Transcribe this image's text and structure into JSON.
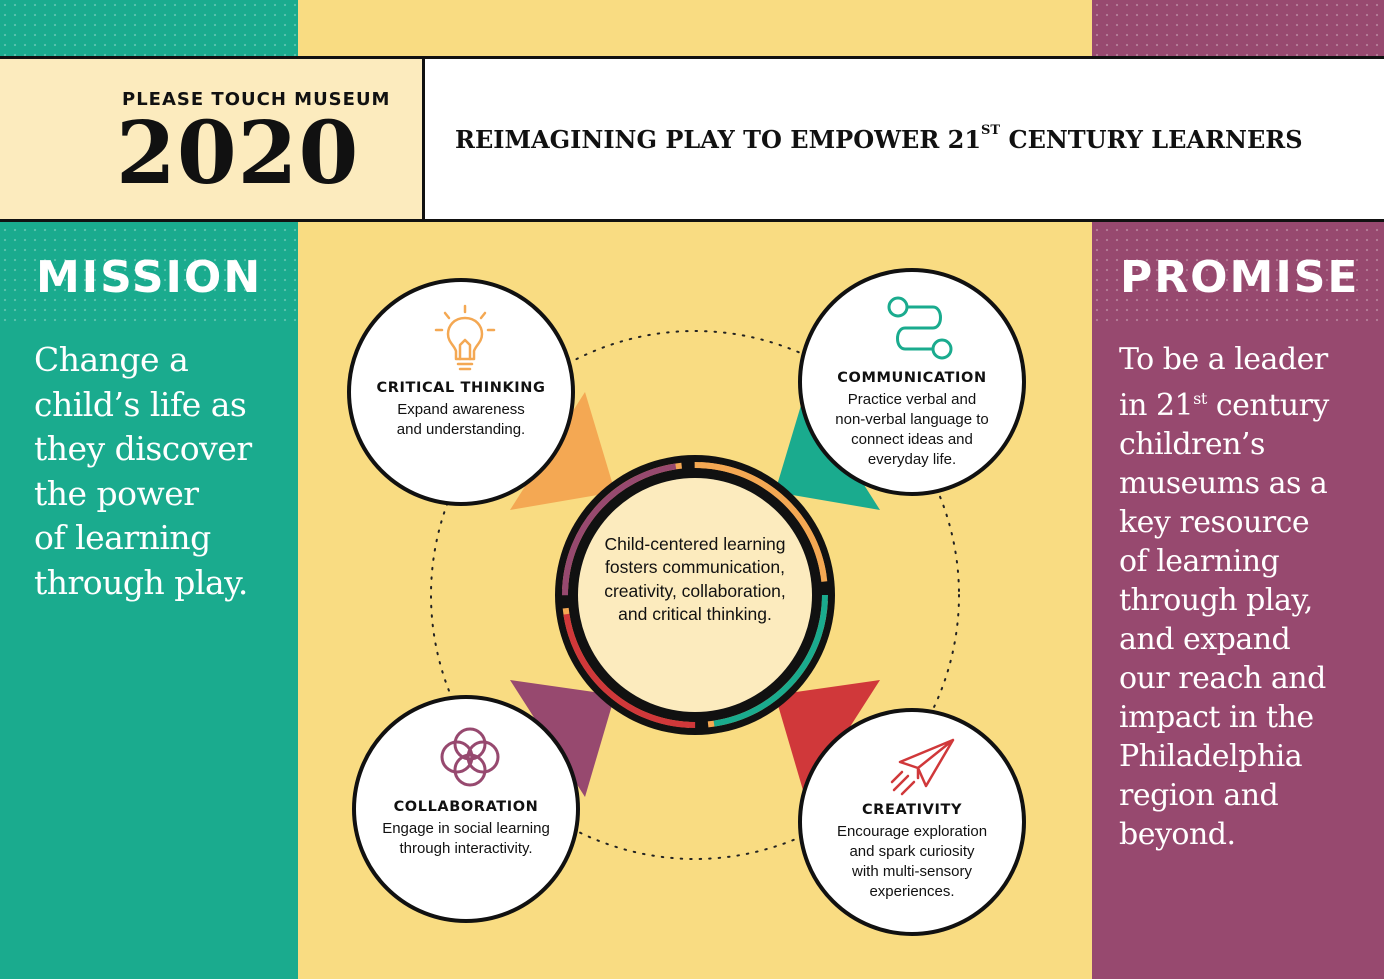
{
  "header": {
    "museum_name": "PLEASE TOUCH MUSEUM",
    "year": "2020",
    "tagline_pre": "REIMAGINING PLAY TO EMPOWER 21",
    "tagline_sup": "ST",
    "tagline_post": " CENTURY LEARNERS"
  },
  "mission": {
    "title": "MISSION",
    "lines": [
      "Change a",
      "child’s life as",
      "they discover",
      "the power",
      "of learning",
      "through play."
    ]
  },
  "promise": {
    "title": "PROMISE",
    "line1_pre": "To be a leader",
    "line2_pre": "in 21",
    "line2_sup": "st",
    "line2_post": " century",
    "lines": [
      "children’s",
      "museums as a",
      "key resource",
      "of learning",
      "through play,",
      "and expand",
      "our reach and",
      "impact in the",
      "Philadelphia",
      "region and",
      "beyond."
    ]
  },
  "center": {
    "text": "Child-centered learning fosters communication, creativity, collaboration, and critical thinking."
  },
  "skills": {
    "critical_thinking": {
      "title": "CRITICAL THINKING",
      "desc_lines": [
        "Expand awareness",
        "and understanding."
      ],
      "icon": "lightbulb-icon",
      "color": "#f4a853"
    },
    "communication": {
      "title": "COMMUNICATION",
      "desc_lines": [
        "Practice verbal and",
        "non-verbal language to",
        "connect ideas and",
        "everyday life."
      ],
      "icon": "connection-path-icon",
      "color": "#1aab8e"
    },
    "collaboration": {
      "title": "COLLABORATION",
      "desc_lines": [
        "Engage in social learning",
        "through interactivity."
      ],
      "icon": "interlocking-circles-icon",
      "color": "#97496f"
    },
    "creativity": {
      "title": "CREATIVITY",
      "desc_lines": [
        "Encourage exploration",
        "and spark curiosity",
        "with multi-sensory",
        "experiences."
      ],
      "icon": "paper-plane-icon",
      "color": "#d0383a"
    }
  },
  "colors": {
    "teal": "#1aab8e",
    "yellow": "#f9dc82",
    "plum": "#97496f",
    "cream": "#fcebbe",
    "orange": "#f4a853",
    "red": "#d0383a"
  }
}
